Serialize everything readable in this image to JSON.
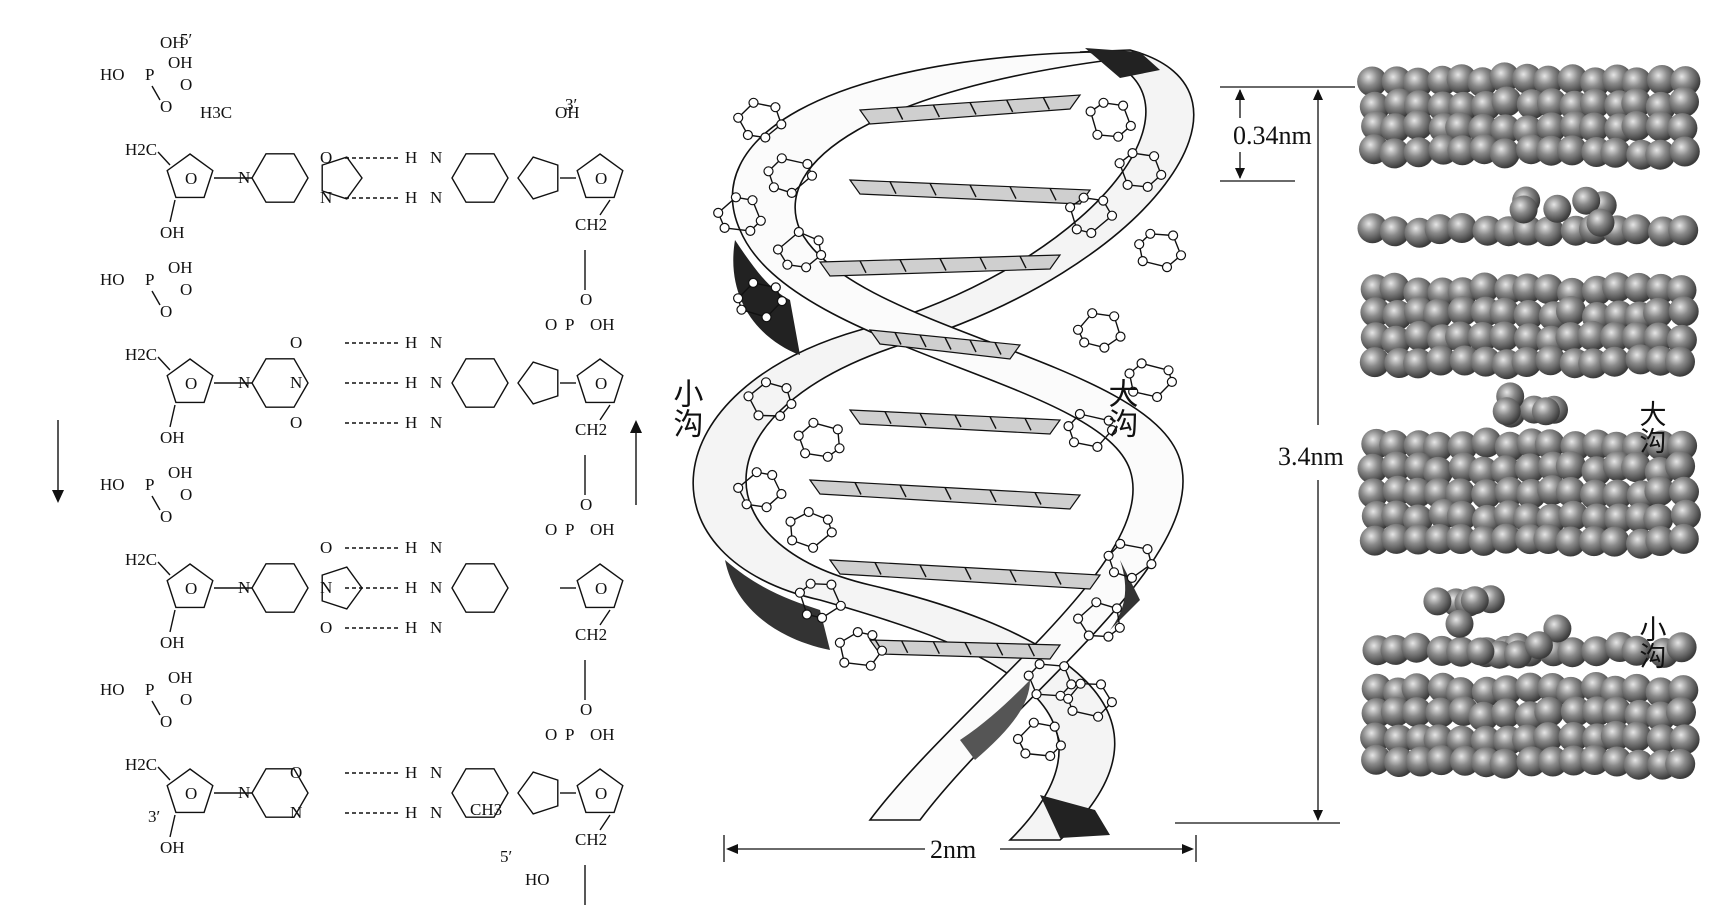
{
  "colors": {
    "ink": "#111111",
    "background": "#ffffff",
    "sphere_dark": "#5c5c5c",
    "sphere_light": "#d9d9d9"
  },
  "panels": {
    "chemical_structure": {
      "labels": {
        "prime5_top": "5′",
        "prime3_top": "3′",
        "prime3_bottom": "3′",
        "prime5_bottom": "5′",
        "OH": "OH",
        "HO": "HO",
        "P": "P",
        "O": "O",
        "N": "N",
        "H": "H",
        "H2C": "H2C",
        "CH2": "CH2",
        "H3C": "H3C",
        "CH3": "CH3"
      }
    },
    "helix_drawing": {
      "minor_groove": "小沟",
      "major_groove": "大沟",
      "rise_label": "0.34nm",
      "pitch_label": "3.4nm",
      "width_label": "2nm"
    },
    "space_filling_model": {
      "major_groove": "大沟",
      "minor_groove": "小沟"
    }
  }
}
